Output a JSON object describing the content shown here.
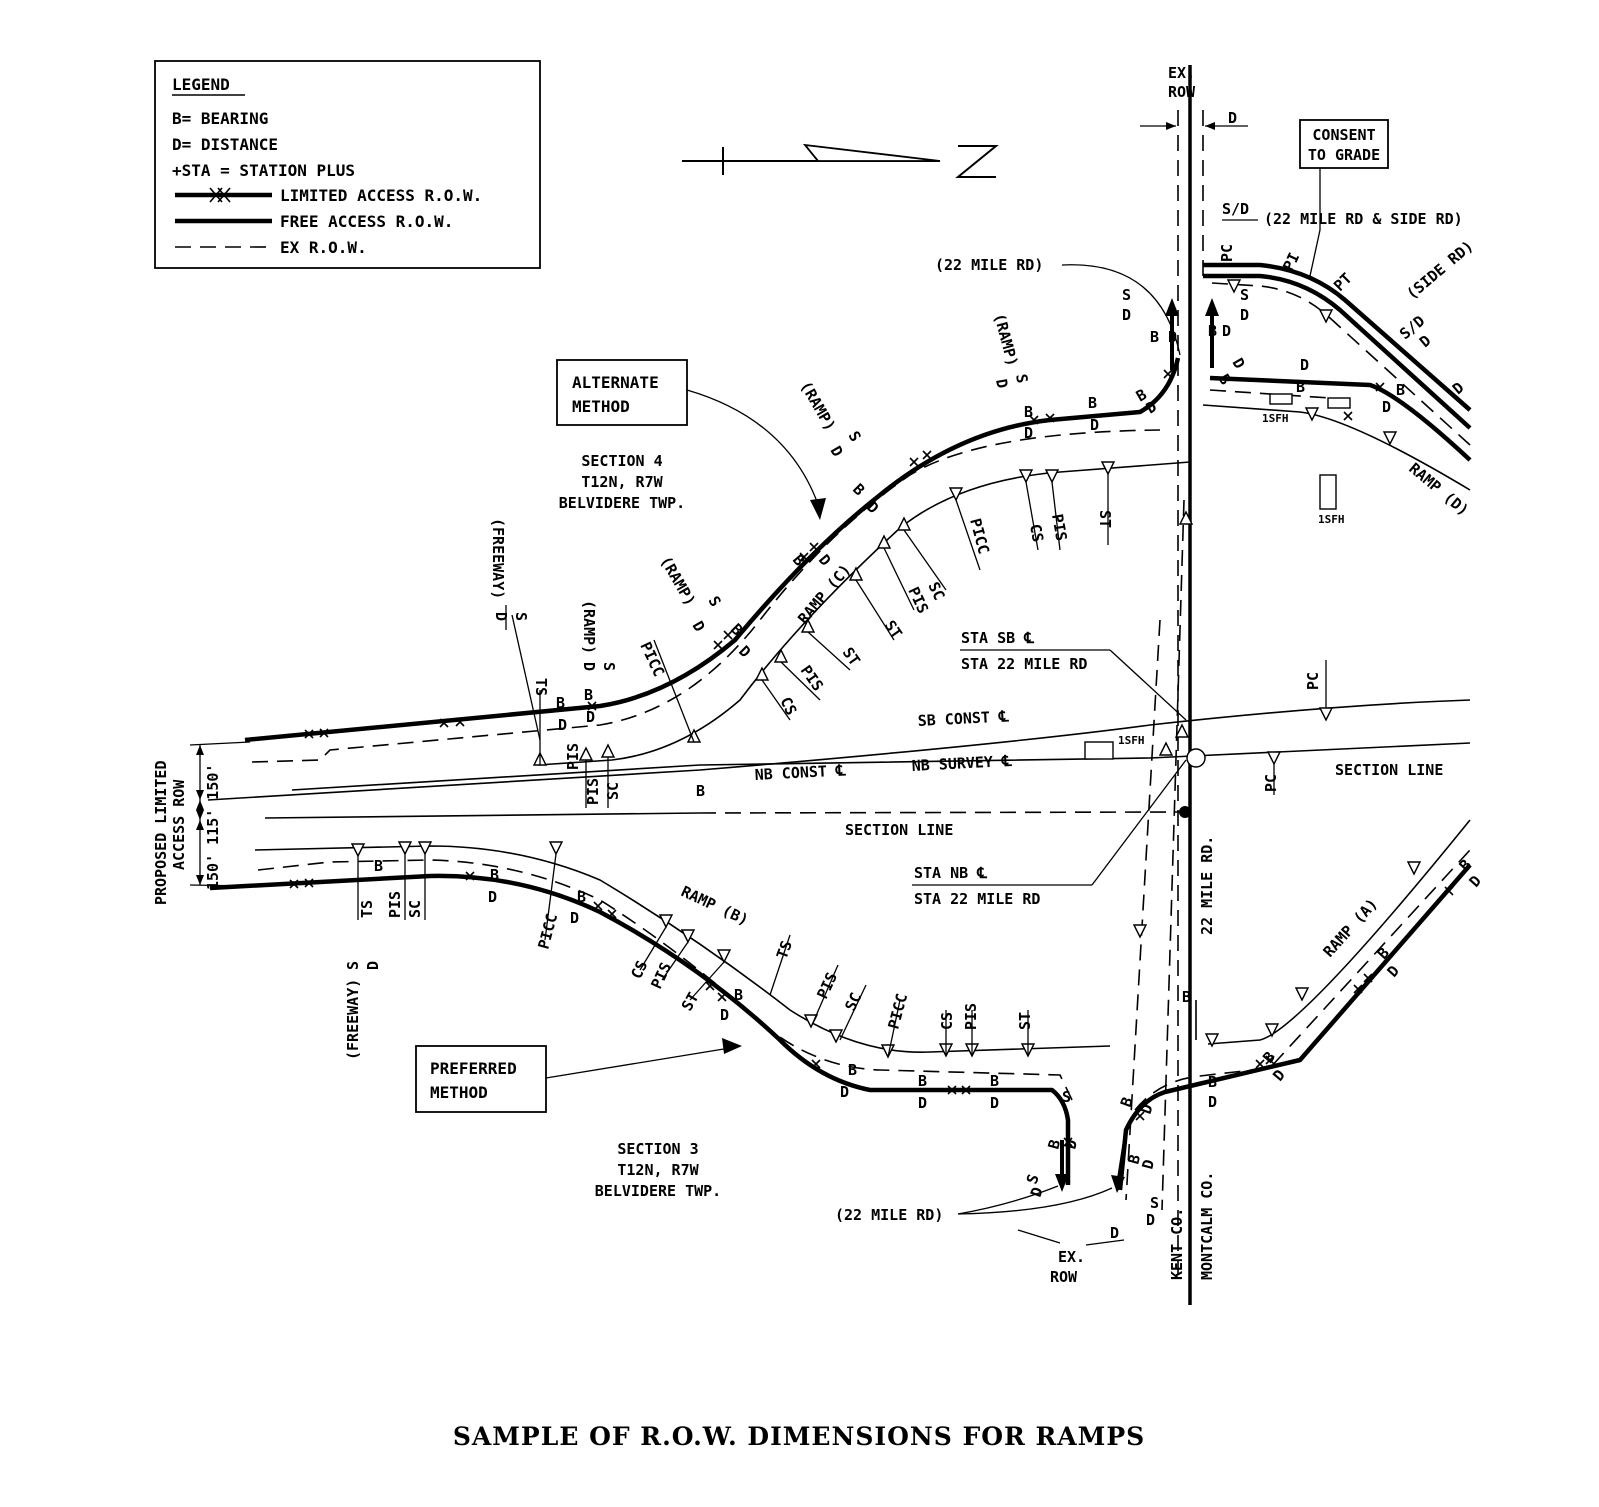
{
  "title": "SAMPLE OF R.O.W. DIMENSIONS FOR RAMPS",
  "legend": {
    "heading": "LEGEND",
    "bearing": "B= BEARING",
    "distance": "D= DISTANCE",
    "station_plus": "+STA = STATION PLUS",
    "limited_access": "LIMITED ACCESS R.O.W.",
    "free_access": "FREE ACCESS R.O.W.",
    "ex_row": "EX R.O.W."
  },
  "boxes": {
    "alternate": [
      "ALTERNATE",
      "METHOD"
    ],
    "preferred": [
      "PREFERRED",
      "METHOD"
    ],
    "consent": [
      "CONSENT",
      "TO GRADE"
    ]
  },
  "sections": {
    "s4": [
      "SECTION 4",
      "T12N, R7W",
      "BELVIDERE TWP."
    ],
    "s3": [
      "SECTION 3",
      "T12N, R7W",
      "BELVIDERE TWP."
    ]
  },
  "labels": {
    "ex_row_top": [
      "EX.",
      "ROW"
    ],
    "ex_row_bottom": [
      "EX.",
      "ROW"
    ],
    "mile_rd_top": "(22 MILE RD)",
    "mile_rd_bottom": "(22 MILE RD)",
    "mile_rd_side": "(22 MILE RD & SIDE RD)",
    "side_rd": "(SIDE RD)",
    "sb_const": "SB CONST ℄",
    "nb_const": "NB CONST ℄",
    "nb_survey": "NB SURVEY ℄",
    "section_line_1": "SECTION LINE",
    "section_line_2": "SECTION LINE",
    "sta_sb": [
      "STA SB ℄",
      "STA 22 MILE RD"
    ],
    "sta_nb": [
      "STA NB ℄",
      "STA 22 MILE RD"
    ],
    "road_22": "22 MILE RD.",
    "kent": "KENT CO.",
    "montcalm": "MONTCALM CO.",
    "ramp_a": "RAMP (A)",
    "ramp_b": "RAMP (B)",
    "ramp_c": "RAMP (C)",
    "ramp_d": "RAMP (D)",
    "proposed": [
      "PROPOSED LIMITED",
      "ACCESS ROW",
      "150' 115' 150'"
    ],
    "sfh": "1SFH",
    "freeway": "(FREEWAY)",
    "ramp": "(RAMP)",
    "s": "S",
    "d": "D",
    "b": "B",
    "sd": "S/D",
    "ts": "TS",
    "sc": "SC",
    "cs": "CS",
    "st": "ST",
    "pis": "PIS",
    "picc": "PICC",
    "pc": "PC",
    "pi": "PI",
    "pt": "PT"
  }
}
